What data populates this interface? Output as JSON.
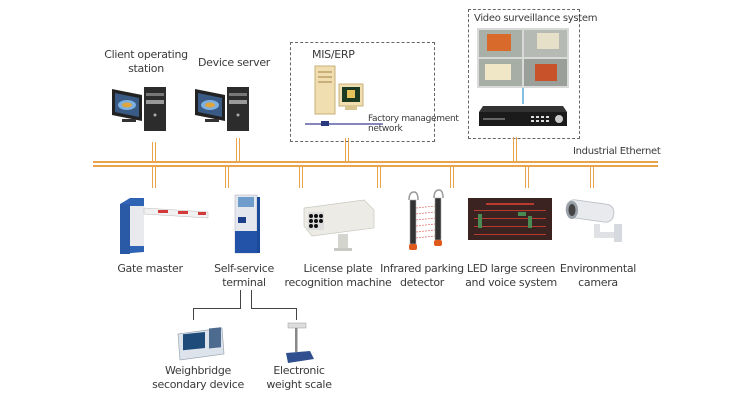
{
  "network": {
    "bus_label": "Industrial Ethernet",
    "bus_color": "#e9a34a"
  },
  "top_nodes": {
    "client_station": {
      "label_line1": "Client operating",
      "label_line2": "station"
    },
    "device_server": {
      "label": "Device server"
    },
    "mis_erp": {
      "title": "MIS/ERP",
      "network_label_line1": "Factory management",
      "network_label_line2": "network"
    },
    "video": {
      "title": "Video surveillance system"
    }
  },
  "bottom_nodes": [
    {
      "id": "gate-master",
      "line1": "Gate master",
      "line2": ""
    },
    {
      "id": "self-service-terminal",
      "line1": "Self-service",
      "line2": "terminal"
    },
    {
      "id": "license-plate-recognition",
      "line1": "License plate",
      "line2": "recognition machine"
    },
    {
      "id": "infrared-parking-detector",
      "line1": "Infrared parking",
      "line2": "detector"
    },
    {
      "id": "led-screen-voice",
      "line1": "LED large screen",
      "line2": "and voice system"
    },
    {
      "id": "environmental-camera",
      "line1": "Environmental",
      "line2": "camera"
    }
  ],
  "sub_nodes": [
    {
      "id": "weighbridge-secondary",
      "line1": "Weighbridge",
      "line2": "secondary device"
    },
    {
      "id": "electronic-scale",
      "line1": "Electronic",
      "line2": "weight scale"
    }
  ]
}
